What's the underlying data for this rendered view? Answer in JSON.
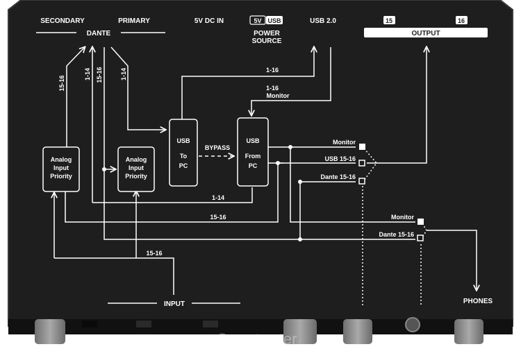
{
  "panel": {
    "top_labels": {
      "secondary": "SECONDARY",
      "primary": "PRIMARY",
      "dante": "DANTE",
      "dc_in": "5V DC IN",
      "badge_5v": "5V",
      "badge_usb": "USB",
      "power_source_1": "POWER",
      "power_source_2": "SOURCE",
      "usb20": "USB 2.0",
      "output_ch_15": "15",
      "output_ch_16": "16",
      "output": "OUTPUT"
    },
    "channel_labels": {
      "ch_15_16_left": "15-16",
      "ch_1_14_left": "1-14",
      "ch_15_16_mid": "15-16",
      "ch_1_14_right": "1-14",
      "usb_to_top": "1-16",
      "monitor_num": "1-16",
      "monitor_word": "Monitor",
      "bypass": "BYPASS",
      "return_1_14": "1-14",
      "return_15_16": "15-16",
      "input_15_16": "15-16"
    },
    "blocks": {
      "analog1": [
        "Analog",
        "Input",
        "Priority"
      ],
      "analog2": [
        "Analog",
        "Input",
        "Priority"
      ],
      "usb_to_pc": [
        "USB",
        "To",
        "PC"
      ],
      "usb_from_pc": [
        "USB",
        "From",
        "PC"
      ]
    },
    "switch_labels": {
      "monitor": "Monitor",
      "usb_15_16": "USB 15-16",
      "dante_15_16": "Dante 15-16",
      "monitor_2": "Monitor",
      "dante_15_16_2": "Dante 15-16"
    },
    "bottom_labels": {
      "input": "INPUT",
      "phones": "PHONES"
    },
    "watermark": "Sweetwater",
    "colors": {
      "panel": "#1e1e1e",
      "line": "#ffffff",
      "knob": "#8d8d8d"
    }
  }
}
